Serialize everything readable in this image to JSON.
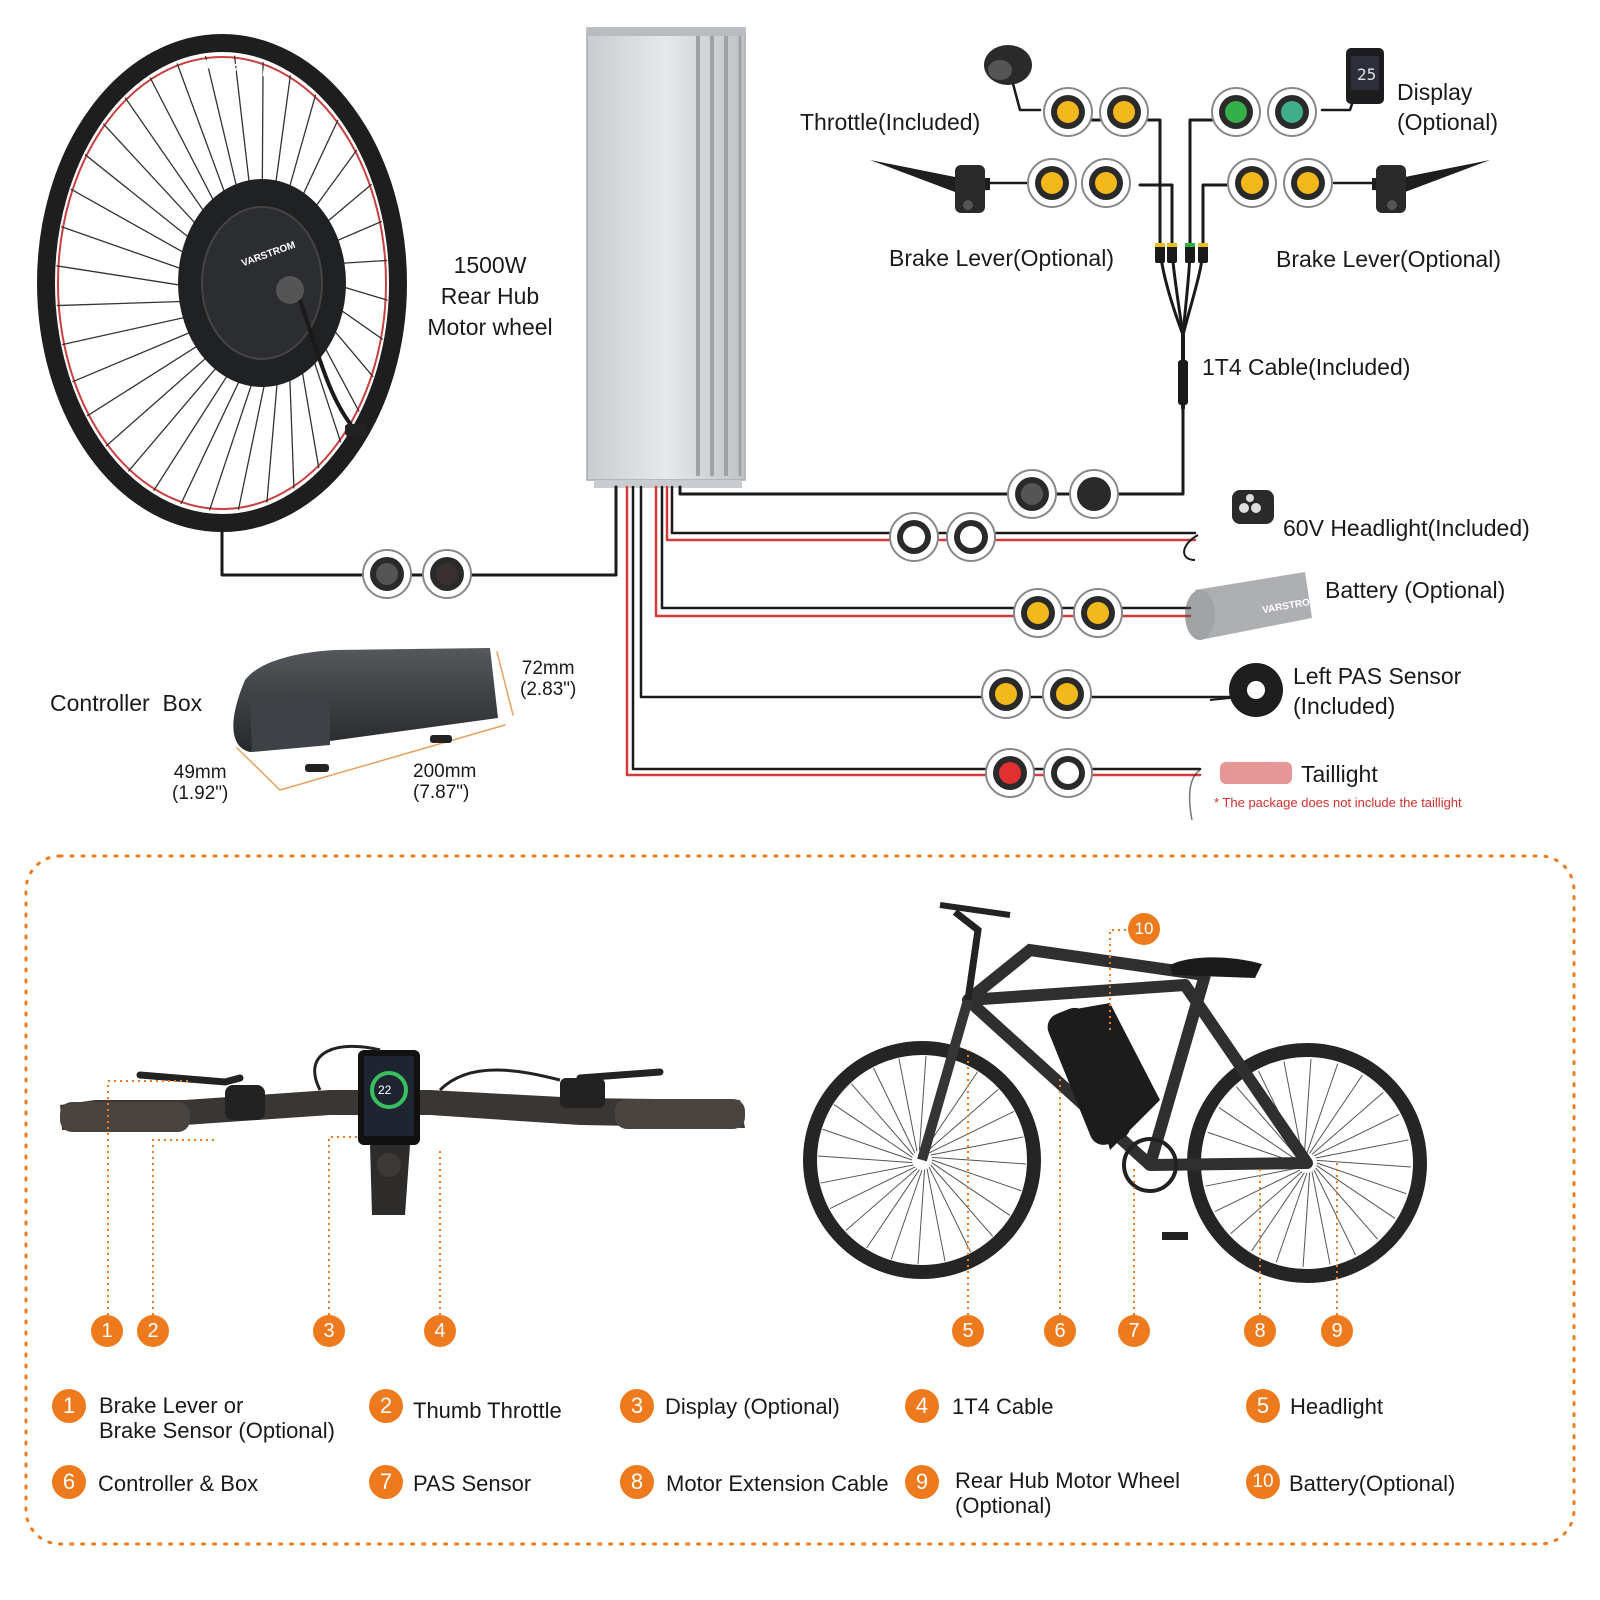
{
  "colors": {
    "accent": "#ee7a1e",
    "wire_black": "#1a1a1a",
    "wire_red": "#d43a3a",
    "controller_body": "#d9dbde"
  },
  "icons": [
    "hub-motor-wheel",
    "controller-box-icon",
    "throttle-icon",
    "display-icon",
    "brake-lever-icon",
    "connector-icon",
    "headlight-icon",
    "battery-icon",
    "pas-sensor-icon",
    "taillight-icon",
    "handlebar-photo",
    "bicycle-photo"
  ],
  "brand": {
    "wheel_logo": "VARSTROM",
    "battery_logo": "VARSTROM"
  },
  "kit": {
    "motor": [
      "1500W",
      "Rear Hub",
      "Motor wheel"
    ],
    "controller_box": {
      "label": "Controller  Box",
      "height_mm": "72mm",
      "height_in": "(2.83\")",
      "width_mm": "49mm",
      "width_in": "(1.92\")",
      "length_mm": "200mm",
      "length_in": "(7.87\")"
    },
    "throttle": "Throttle(Included)",
    "display": [
      "Display",
      "(Optional)"
    ],
    "brake_left": "Brake Lever(Optional)",
    "brake_right": "Brake Lever(Optional)",
    "cable_1t4": "1T4 Cable(Included)",
    "headlight": "60V Headlight(Included)",
    "battery": "Battery (Optional)",
    "pas": [
      "Left PAS Sensor",
      "(Included)"
    ],
    "taillight": "Taillight",
    "taillight_note": "* The package does not include the taillight"
  },
  "callouts": [
    "1",
    "2",
    "3",
    "4",
    "5",
    "6",
    "7",
    "8",
    "9",
    "10"
  ],
  "legend": [
    {
      "num": "1",
      "lines": [
        "Brake Lever or",
        "Brake Sensor (Optional)"
      ]
    },
    {
      "num": "2",
      "lines": [
        "Thumb Throttle"
      ]
    },
    {
      "num": "3",
      "lines": [
        "Display (Optional)"
      ]
    },
    {
      "num": "4",
      "lines": [
        "1T4 Cable"
      ]
    },
    {
      "num": "5",
      "lines": [
        "Headlight"
      ]
    },
    {
      "num": "6",
      "lines": [
        "Controller & Box"
      ]
    },
    {
      "num": "7",
      "lines": [
        "PAS Sensor"
      ]
    },
    {
      "num": "8",
      "lines": [
        "Motor Extension Cable"
      ]
    },
    {
      "num": "9",
      "lines": [
        "Rear Hub Motor Wheel",
        "(Optional)"
      ]
    },
    {
      "num": "10",
      "lines": [
        "Battery(Optional)"
      ]
    }
  ]
}
